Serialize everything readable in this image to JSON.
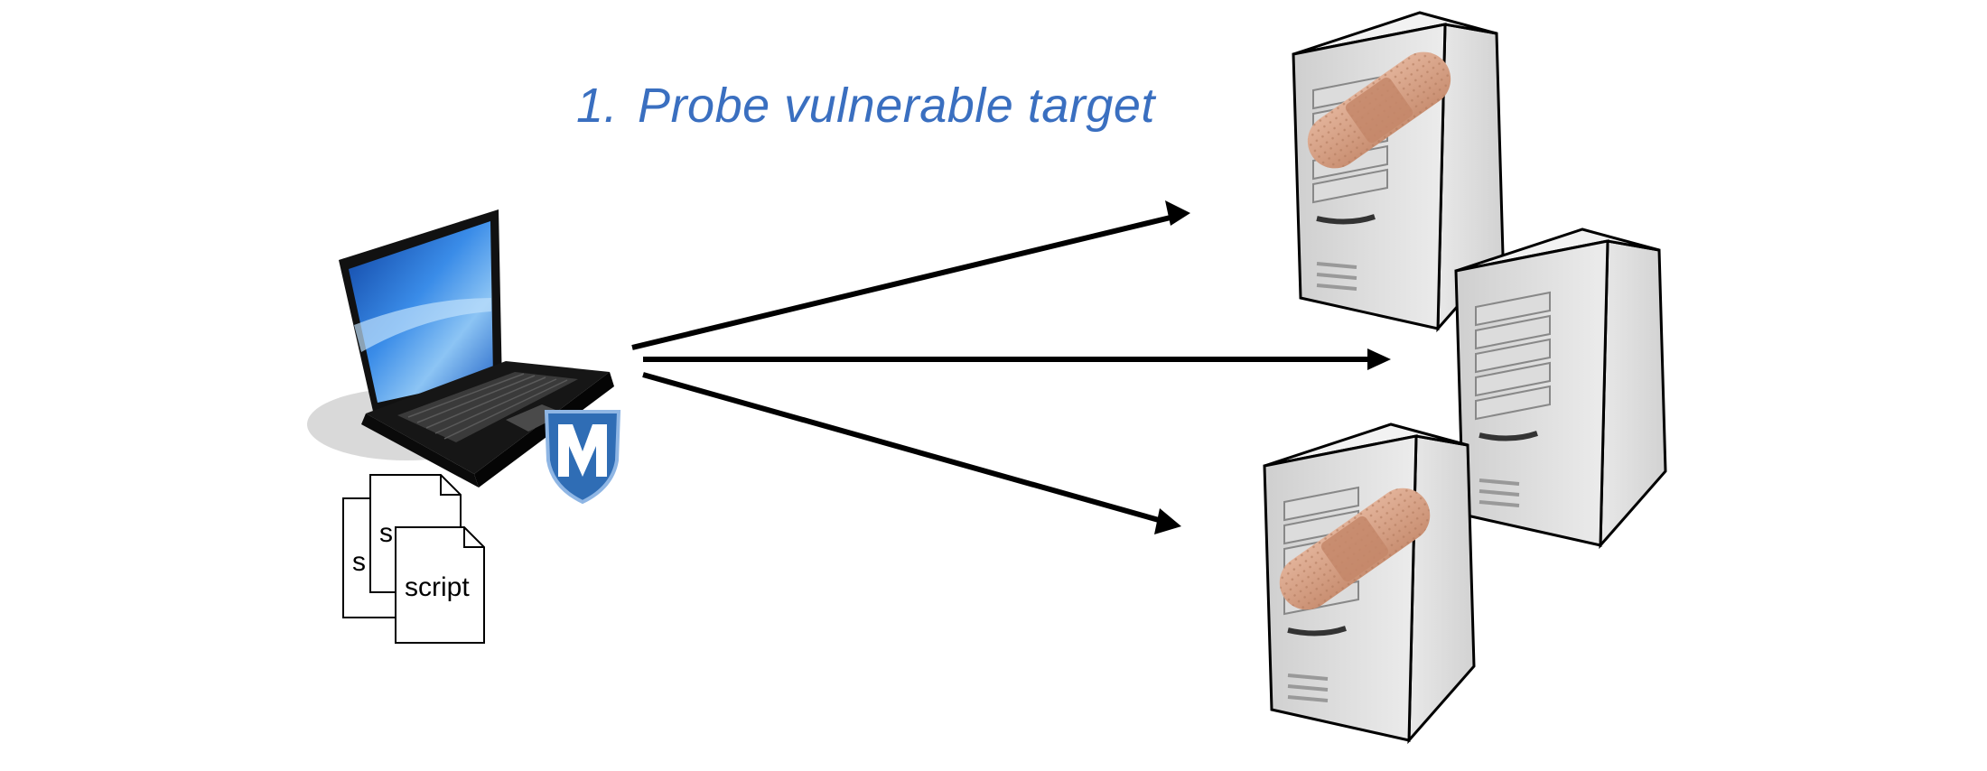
{
  "title": {
    "number": "1.",
    "text": "Probe vulnerable target"
  },
  "documents": [
    {
      "label": "s"
    },
    {
      "label": "s"
    },
    {
      "label": "script"
    }
  ],
  "colors": {
    "title": "#3a6fc0",
    "arrow": "#000000",
    "server_body": "#e4e4e4",
    "bandage": "#d9a58a",
    "screen": "#1e63c8",
    "shield": "#2f6db5"
  },
  "icons": [
    "laptop-icon",
    "metasploit-shield-icon",
    "server-icon",
    "bandage-icon",
    "document-icon"
  ]
}
